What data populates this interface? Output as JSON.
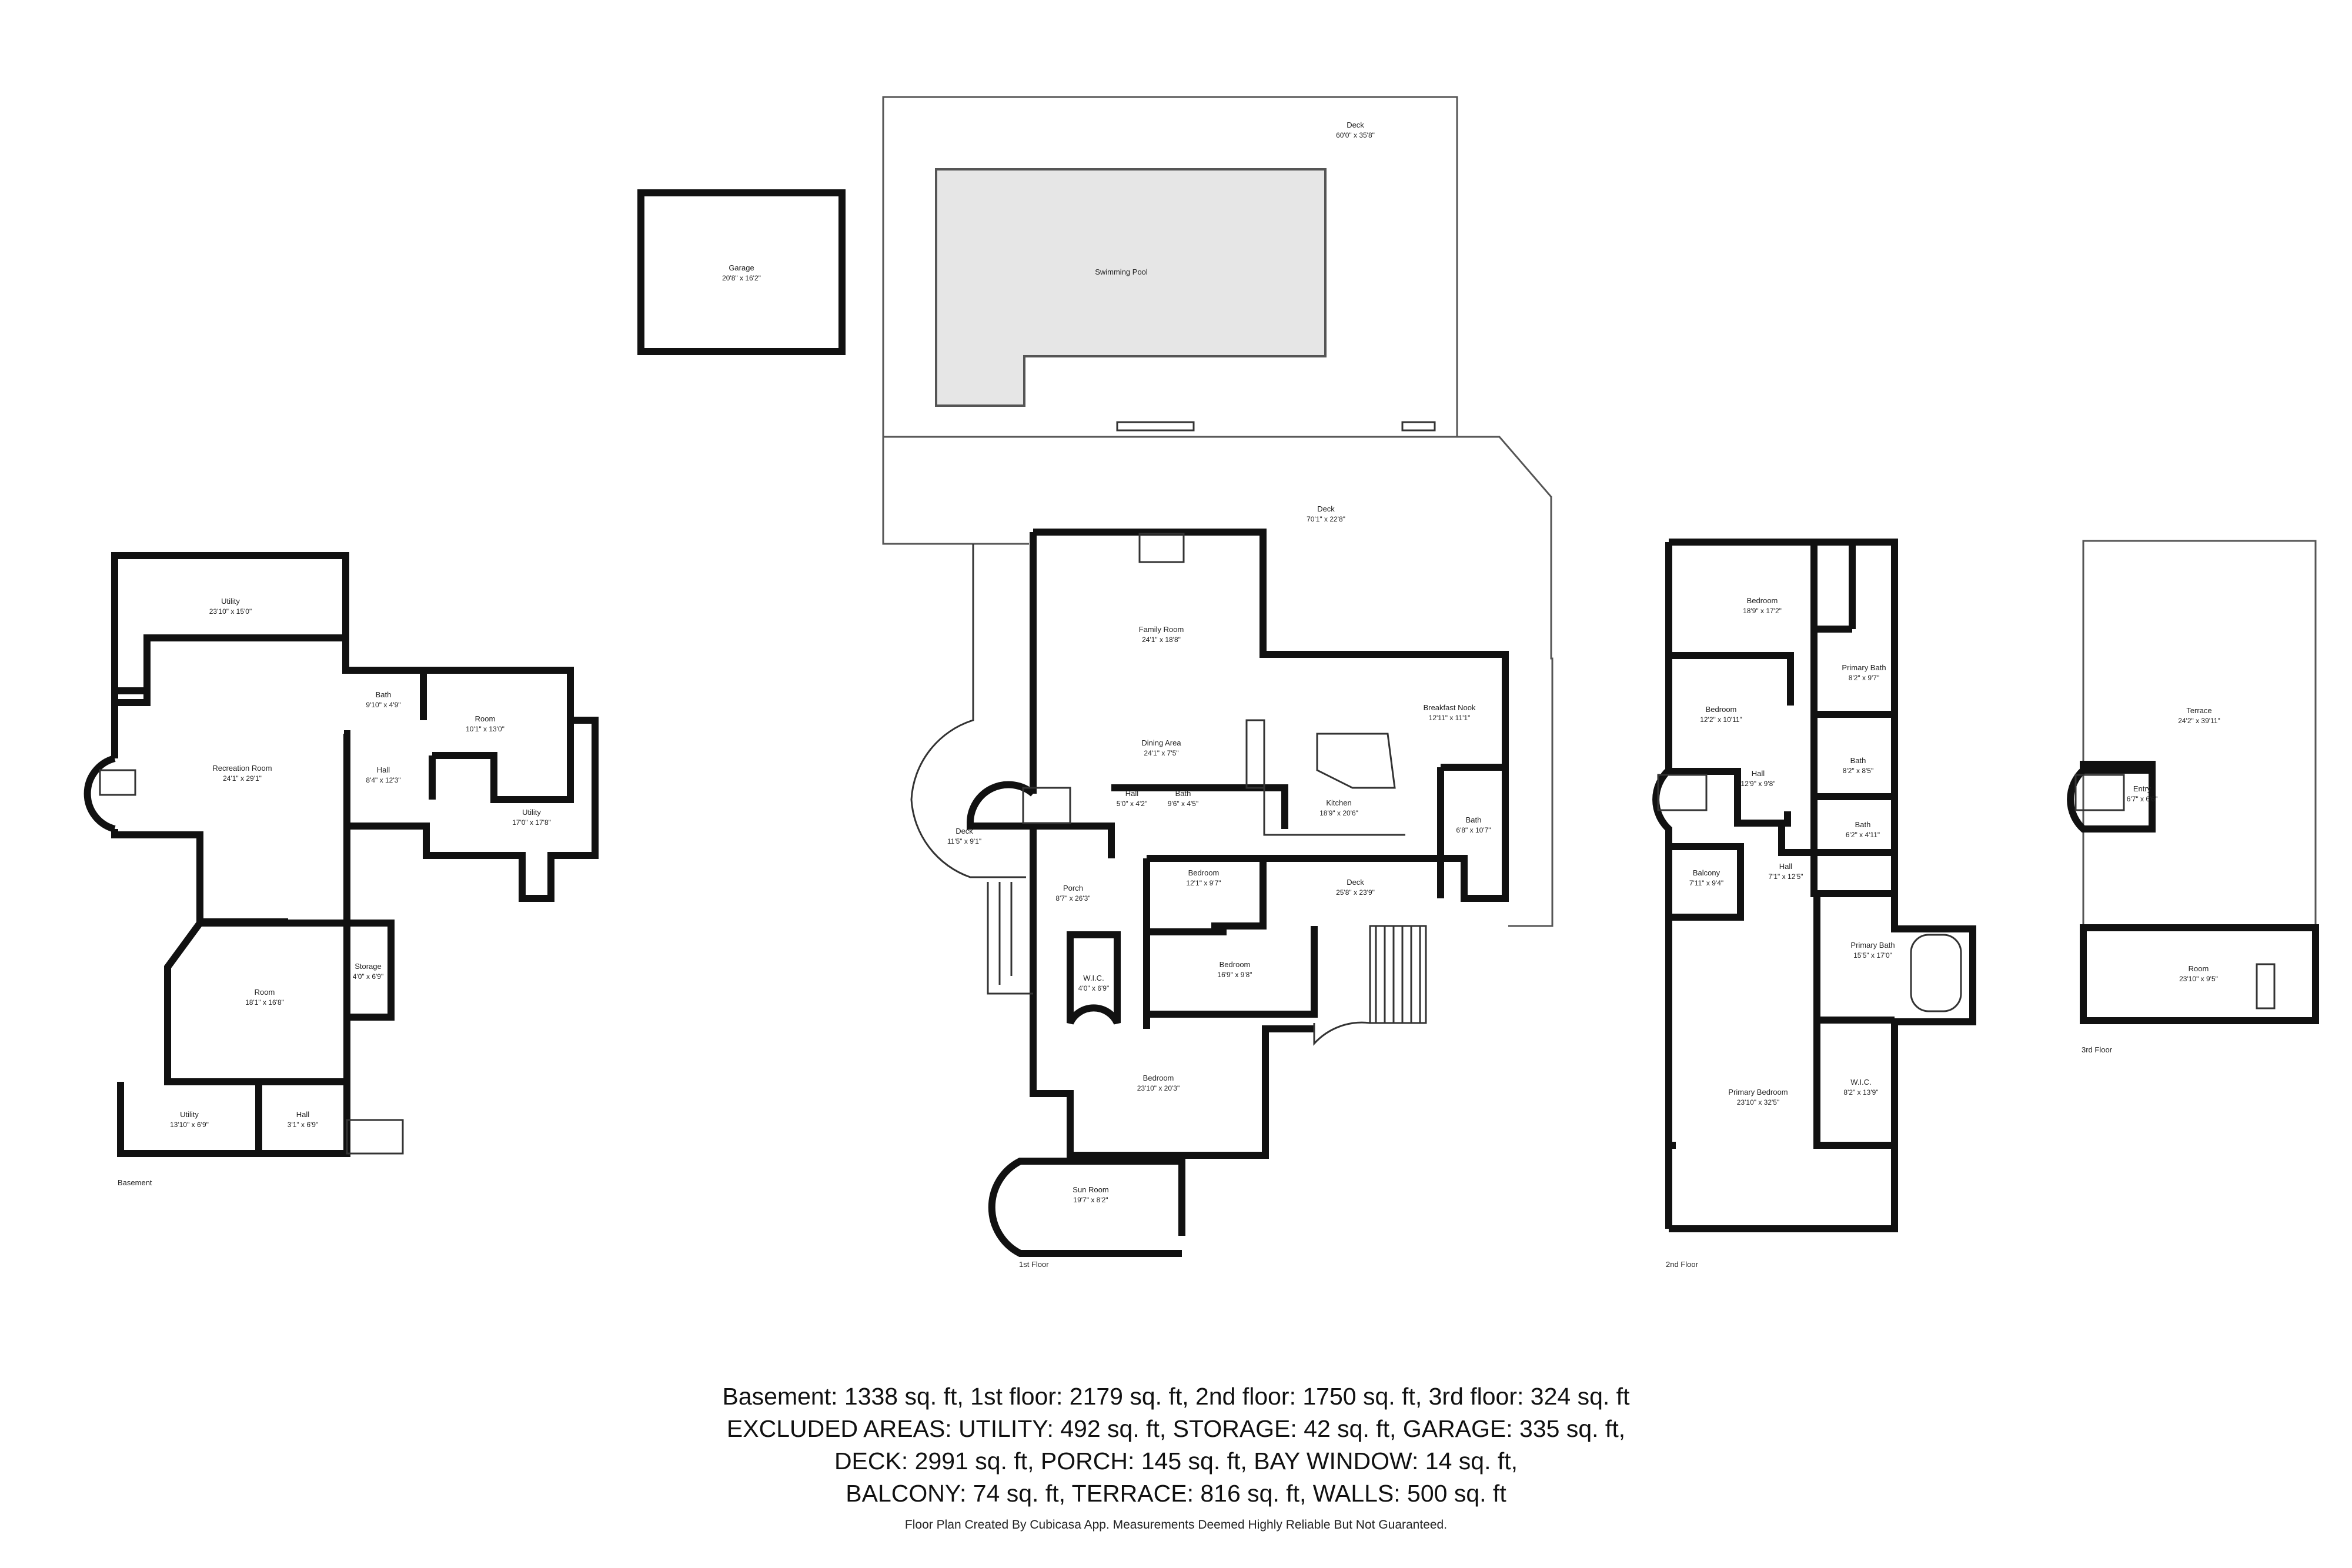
{
  "rooms": {
    "basement": [
      {
        "name": "Utility",
        "dim": "23'10\" x 15'0\""
      },
      {
        "name": "Recreation Room",
        "dim": "24'1\" x 29'1\""
      },
      {
        "name": "Bath",
        "dim": "9'10\" x 4'9\""
      },
      {
        "name": "Room",
        "dim": "10'1\" x 13'0\""
      },
      {
        "name": "Hall",
        "dim": "8'4\" x 12'3\""
      },
      {
        "name": "Utility",
        "dim": "17'0\" x 17'8\""
      },
      {
        "name": "Room",
        "dim": "18'1\" x 16'8\""
      },
      {
        "name": "Storage",
        "dim": "4'0\" x 6'9\""
      },
      {
        "name": "Utility",
        "dim": "13'10\" x 6'9\""
      },
      {
        "name": "Hall",
        "dim": "3'1\" x 6'9\""
      }
    ],
    "garage": {
      "name": "Garage",
      "dim": "20'8\" x 16'2\""
    },
    "first": [
      {
        "name": "Deck",
        "dim": "60'0\" x 35'8\""
      },
      {
        "name": "Swimming Pool",
        "dim": ""
      },
      {
        "name": "Deck",
        "dim": "70'1\" x 22'8\""
      },
      {
        "name": "Family Room",
        "dim": "24'1\" x 18'8\""
      },
      {
        "name": "Breakfast Nook",
        "dim": "12'11\" x 11'1\""
      },
      {
        "name": "Dining Area",
        "dim": "24'1\" x 7'5\""
      },
      {
        "name": "Kitchen",
        "dim": "18'9\" x 20'6\""
      },
      {
        "name": "Deck",
        "dim": "11'5\" x 9'1\""
      },
      {
        "name": "Hall",
        "dim": "5'0\" x 4'2\""
      },
      {
        "name": "Bath",
        "dim": "9'6\" x 4'5\""
      },
      {
        "name": "Bath",
        "dim": "6'8\" x 10'7\""
      },
      {
        "name": "Porch",
        "dim": "8'7\" x 26'3\""
      },
      {
        "name": "Bedroom",
        "dim": "12'1\" x 9'7\""
      },
      {
        "name": "Deck",
        "dim": "25'8\" x 23'9\""
      },
      {
        "name": "W.I.C.",
        "dim": "4'0\" x 6'9\""
      },
      {
        "name": "Bedroom",
        "dim": "16'9\" x 9'8\""
      },
      {
        "name": "Bedroom",
        "dim": "23'10\" x 20'3\""
      },
      {
        "name": "Sun Room",
        "dim": "19'7\" x 8'2\""
      }
    ],
    "second": [
      {
        "name": "Bedroom",
        "dim": "18'9\" x 17'2\""
      },
      {
        "name": "Primary Bath",
        "dim": "8'2\" x 9'7\""
      },
      {
        "name": "Bedroom",
        "dim": "12'2\" x 10'11\""
      },
      {
        "name": "Hall",
        "dim": "12'9\" x 9'8\""
      },
      {
        "name": "Bath",
        "dim": "8'2\" x 8'5\""
      },
      {
        "name": "Bath",
        "dim": "6'2\" x 4'11\""
      },
      {
        "name": "Balcony",
        "dim": "7'11\" x 9'4\""
      },
      {
        "name": "Hall",
        "dim": "7'1\" x 12'5\""
      },
      {
        "name": "Primary Bath",
        "dim": "15'5\" x 17'0\""
      },
      {
        "name": "Primary Bedroom",
        "dim": "23'10\" x 32'5\""
      },
      {
        "name": "W.I.C.",
        "dim": "8'2\" x 13'9\""
      }
    ],
    "third": [
      {
        "name": "Terrace",
        "dim": "24'2\" x 39'11\""
      },
      {
        "name": "Entry",
        "dim": "6'7\" x 6'6\""
      },
      {
        "name": "Room",
        "dim": "23'10\" x 9'5\""
      }
    ]
  },
  "floor_labels": {
    "basement": "Basement",
    "first": "1st Floor",
    "second": "2nd Floor",
    "third": "3rd Floor"
  },
  "summary": [
    "Basement: 1338 sq. ft, 1st floor: 2179 sq. ft, 2nd floor: 1750 sq. ft, 3rd floor: 324 sq. ft",
    "EXCLUDED AREAS: UTILITY: 492 sq. ft, STORAGE: 42 sq. ft, GARAGE: 335 sq. ft,",
    "DECK: 2991 sq. ft, PORCH: 145 sq. ft, BAY WINDOW: 14 sq. ft,",
    "BALCONY: 74 sq. ft, TERRACE: 816 sq. ft, WALLS: 500 sq. ft"
  ],
  "credit": "Floor Plan Created By Cubicasa App. Measurements Deemed Highly Reliable But Not Guaranteed."
}
